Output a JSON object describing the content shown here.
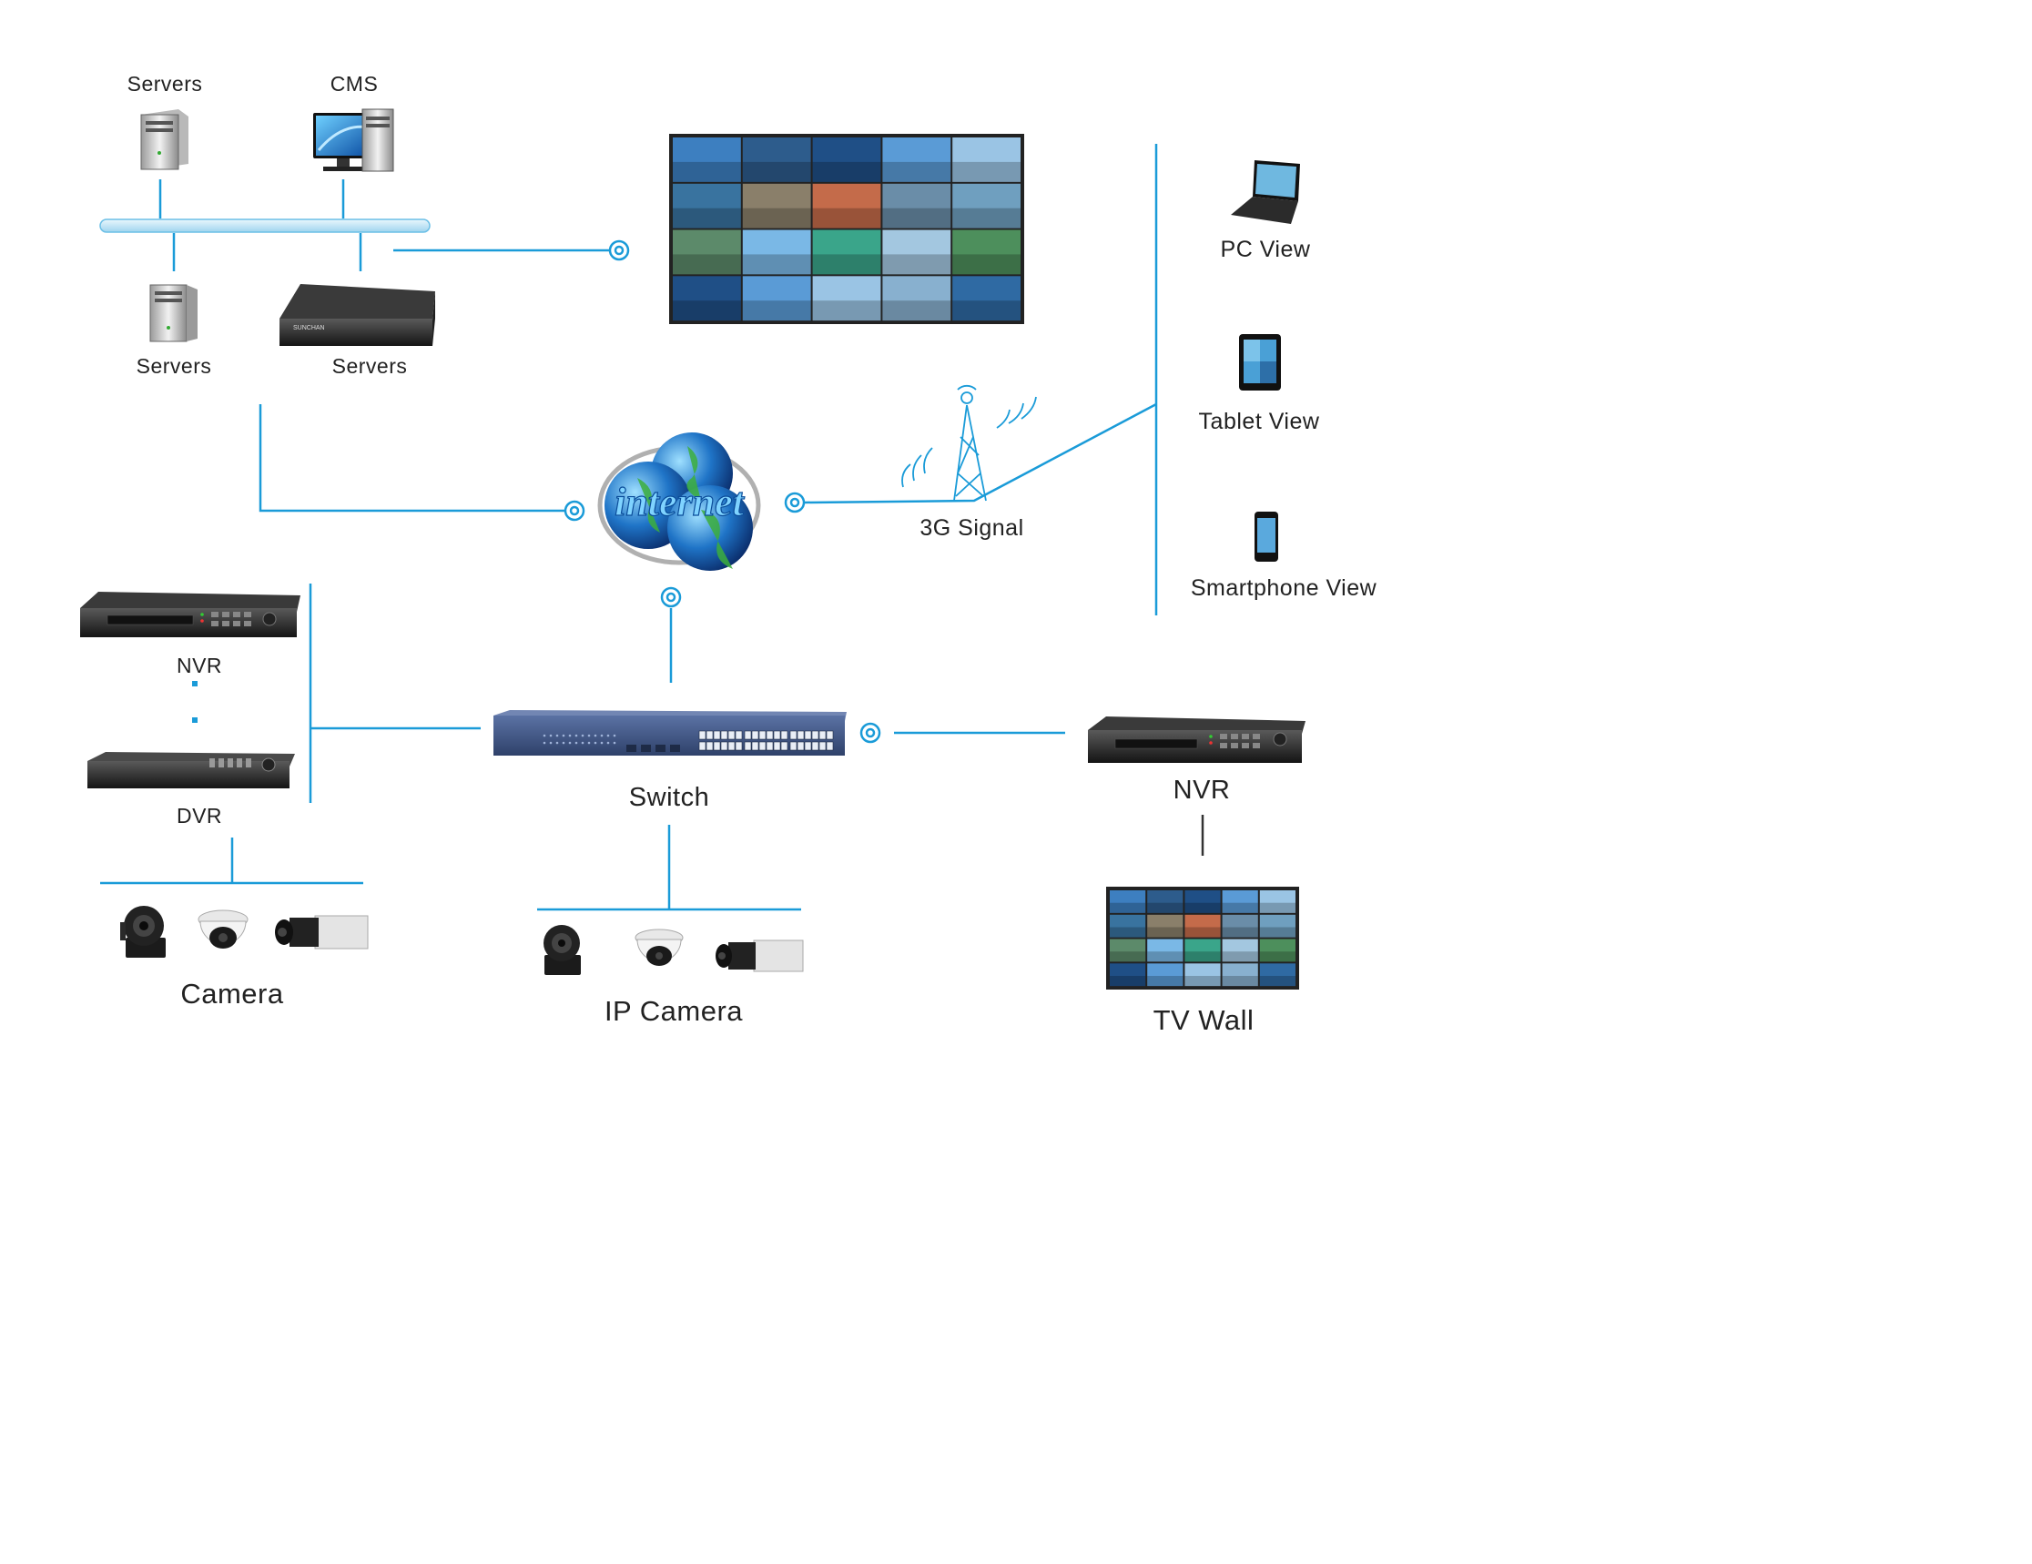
{
  "labels": {
    "servers_top": "Servers",
    "cms": "CMS",
    "servers_left": "Servers",
    "servers_rack": "Servers",
    "rack_brand": "SUNCHAN",
    "internet": "internet",
    "signal_3g": "3G Signal",
    "pc_view": "PC View",
    "tablet_view": "Tablet View",
    "smartphone_view": "Smartphone View",
    "nvr_left": "NVR",
    "dvr": "DVR",
    "camera": "Camera",
    "switch": "Switch",
    "ip_camera": "IP Camera",
    "nvr_right": "NVR",
    "tv_wall": "TV Wall"
  },
  "colors": {
    "line": "#1a9bd8",
    "text": "#222222",
    "device_dark": "#2a2a2a",
    "switch_blue": "#3b4f7a"
  }
}
